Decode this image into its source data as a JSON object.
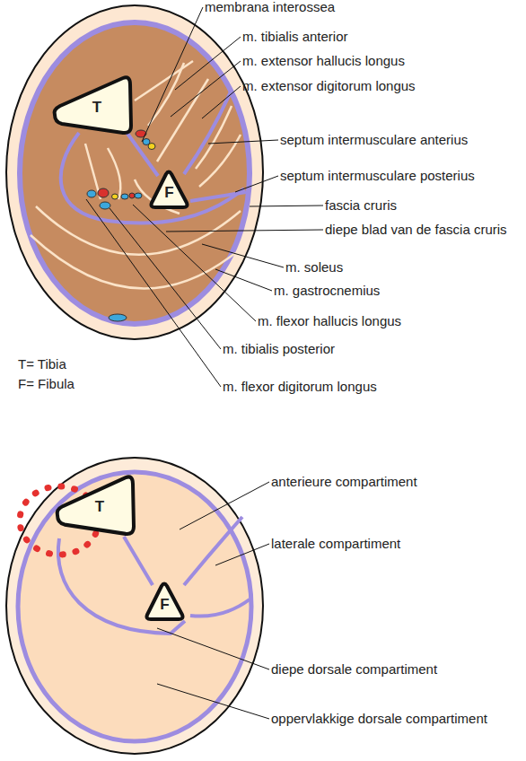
{
  "diagram": {
    "nodes": [
      {
        "text": [
          "T"
        ]
      },
      {
        "text": [
          "F"
        ]
      },
      {
        "text": [
          "T"
        ]
      },
      {
        "text": [
          "F"
        ]
      }
    ],
    "labels": [
      "membrana interossea",
      "m. tibialis anterior",
      "m. extensor hallucis longus",
      "m. extensor digitorum longus",
      "septum intermusculare anterius",
      "septum intermusculare posterius",
      "fascia cruris",
      "diepe blad van de fascia cruris",
      "m. soleus",
      "m. gastrocnemius",
      "m. flexor hallucis longus",
      "m. tibialis posterior",
      "m. flexor digitorum longus",
      "T= Tibia",
      "F= Fibula",
      "anterieure compartiment",
      "laterale compartiment",
      "diepe dorsale compartiment",
      "oppervlakkige dorsale compartiment"
    ]
  }
}
